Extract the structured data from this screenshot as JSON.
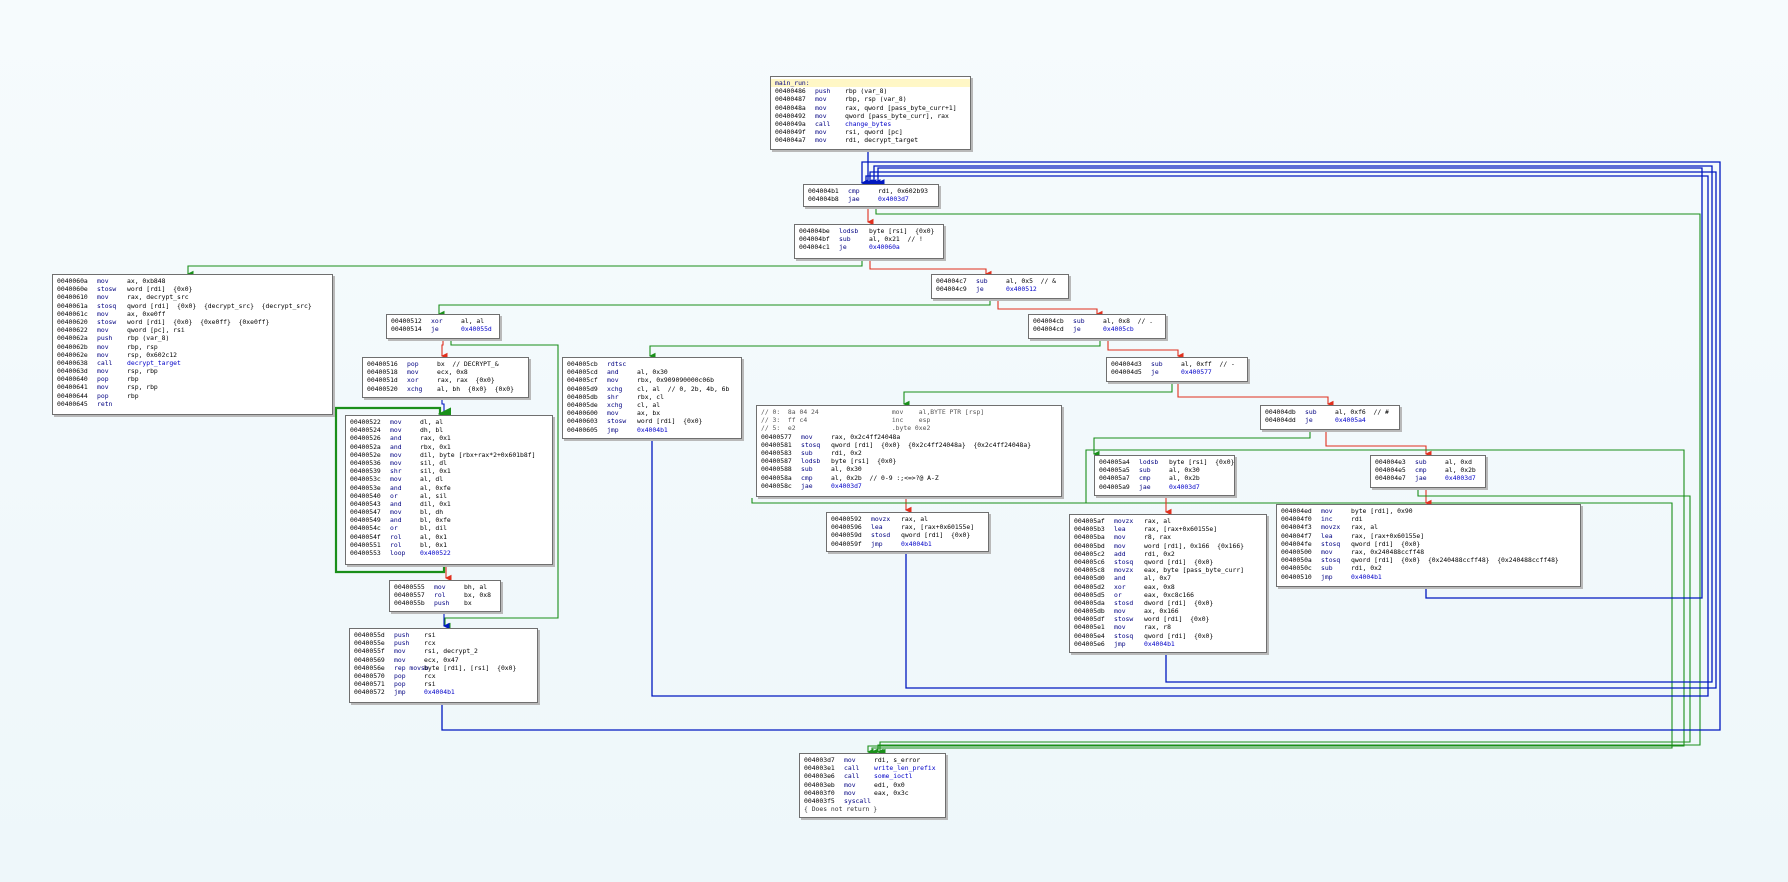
{
  "colors": {
    "edge_true": "#1a8f1a",
    "edge_false": "#e0301e",
    "edge_jump": "#0018c0",
    "edge_back": "#1a8f1a",
    "block_border": "#6f6f6f",
    "block_header": "#fff7c6"
  },
  "blocks": [
    {
      "id": "main_run",
      "header": "main_run:",
      "lines": [
        {
          "addr": "00400486",
          "mn": "push",
          "op": "rbp (var_8)"
        },
        {
          "addr": "00400487",
          "mn": "mov",
          "op": "rbp, rsp (var_8)"
        },
        {
          "addr": "0040048a",
          "mn": "mov",
          "op": "rax, qword [pass_byte_curr+1]"
        },
        {
          "addr": "00400492",
          "mn": "mov",
          "op": "qword [pass_byte_curr], rax"
        },
        {
          "addr": "0040049a",
          "mn": "call",
          "op": "change_bytes"
        },
        {
          "addr": "0040049f",
          "mn": "mov",
          "op": "rsi, qword [pc]"
        },
        {
          "addr": "004004a7",
          "mn": "mov",
          "op": "rdi, decrypt_target"
        }
      ]
    },
    {
      "id": "b_4b1",
      "lines": [
        {
          "addr": "004004b1",
          "mn": "cmp",
          "op": "rdi, 0x602b93"
        },
        {
          "addr": "004004b8",
          "mn": "jae",
          "op": "0x4003d7"
        }
      ]
    },
    {
      "id": "b_4be",
      "lines": [
        {
          "addr": "004004be",
          "mn": "lodsb",
          "op": "byte [rsi]  {0x0}"
        },
        {
          "addr": "004004bf",
          "mn": "sub",
          "op": "al, 0x21  // !"
        },
        {
          "addr": "004004c1",
          "mn": "je",
          "op": "0x40060a"
        }
      ]
    },
    {
      "id": "b_4c7",
      "lines": [
        {
          "addr": "004004c7",
          "mn": "sub",
          "op": "al, 0x5  // &"
        },
        {
          "addr": "004004c9",
          "mn": "je",
          "op": "0x400512"
        }
      ]
    },
    {
      "id": "b_4cb",
      "lines": [
        {
          "addr": "004004cb",
          "mn": "sub",
          "op": "al, 0x8  // ."
        },
        {
          "addr": "004004cd",
          "mn": "je",
          "op": "0x4005cb"
        }
      ]
    },
    {
      "id": "b_4d3",
      "lines": [
        {
          "addr": "004004d3",
          "mn": "sub",
          "op": "al, 0xff  // -"
        },
        {
          "addr": "004004d5",
          "mn": "je",
          "op": "0x400577"
        }
      ]
    },
    {
      "id": "b_4db",
      "lines": [
        {
          "addr": "004004db",
          "mn": "sub",
          "op": "al, 0xf6  // #"
        },
        {
          "addr": "004004dd",
          "mn": "je",
          "op": "0x4005a4"
        }
      ]
    },
    {
      "id": "b_4e3",
      "lines": [
        {
          "addr": "004004e3",
          "mn": "sub",
          "op": "al, 0xd"
        },
        {
          "addr": "004004e5",
          "mn": "cmp",
          "op": "al, 0x2b"
        },
        {
          "addr": "004004e7",
          "mn": "jae",
          "op": "0x4003d7"
        }
      ]
    },
    {
      "id": "b_4ed",
      "lines": [
        {
          "addr": "004004ed",
          "mn": "mov",
          "op": "byte [rdi], 0x90"
        },
        {
          "addr": "004004f0",
          "mn": "inc",
          "op": "rdi"
        },
        {
          "addr": "004004f3",
          "mn": "movzx",
          "op": "rax, al"
        },
        {
          "addr": "004004f7",
          "mn": "lea",
          "op": "rax, [rax+0x60155e]"
        },
        {
          "addr": "004004fe",
          "mn": "stosq",
          "op": "qword [rdi]  {0x0}"
        },
        {
          "addr": "00400500",
          "mn": "mov",
          "op": "rax, 0x240488ccff48"
        },
        {
          "addr": "0040050a",
          "mn": "stosq",
          "op": "qword [rdi]  {0x0}  {0x240488ccff48}  {0x240488ccff48}"
        },
        {
          "addr": "0040050c",
          "mn": "sub",
          "op": "rdi, 0x2"
        },
        {
          "addr": "00400510",
          "mn": "jmp",
          "op": "0x4004b1"
        }
      ]
    },
    {
      "id": "b_60a",
      "lines": [
        {
          "addr": "0040060a",
          "mn": "mov",
          "op": "ax, 0xb848"
        },
        {
          "addr": "0040060e",
          "mn": "stosw",
          "op": "word [rdi]  {0x0}"
        },
        {
          "addr": "00400610",
          "mn": "mov",
          "op": "rax, decrypt_src"
        },
        {
          "addr": "0040061a",
          "mn": "stosq",
          "op": "qword [rdi]  {0x0}  {decrypt_src}  {decrypt_src}"
        },
        {
          "addr": "0040061c",
          "mn": "mov",
          "op": "ax, 0xe0ff"
        },
        {
          "addr": "00400620",
          "mn": "stosw",
          "op": "word [rdi]  {0x0}  {0xe0ff}  {0xe0ff}"
        },
        {
          "addr": "00400622",
          "mn": "mov",
          "op": "qword [pc], rsi"
        },
        {
          "addr": "0040062a",
          "mn": "push",
          "op": "rbp (var_8)"
        },
        {
          "addr": "0040062b",
          "mn": "mov",
          "op": "rbp, rsp"
        },
        {
          "addr": "0040062e",
          "mn": "mov",
          "op": "rsp, 0x602c12"
        },
        {
          "addr": "00400638",
          "mn": "call",
          "op": "decrypt_target"
        },
        {
          "addr": "0040063d",
          "mn": "mov",
          "op": "rsp, rbp"
        },
        {
          "addr": "00400640",
          "mn": "pop",
          "op": "rbp"
        },
        {
          "addr": "00400641",
          "mn": "mov",
          "op": "rsp, rbp"
        },
        {
          "addr": "00400644",
          "mn": "pop",
          "op": "rbp"
        },
        {
          "addr": "00400645",
          "mn": "retn",
          "op": ""
        }
      ]
    },
    {
      "id": "b_512",
      "lines": [
        {
          "addr": "00400512",
          "mn": "xor",
          "op": "al, al"
        },
        {
          "addr": "00400514",
          "mn": "je",
          "op": "0x40055d"
        }
      ]
    },
    {
      "id": "b_516",
      "lines": [
        {
          "addr": "00400516",
          "mn": "pop",
          "op": "bx  // DECRYPT_&"
        },
        {
          "addr": "00400518",
          "mn": "mov",
          "op": "ecx, 0x8"
        },
        {
          "addr": "0040051d",
          "mn": "xor",
          "op": "rax, rax  {0x0}"
        },
        {
          "addr": "00400520",
          "mn": "xchg",
          "op": "al, bh  {0x0}  {0x0}"
        }
      ]
    },
    {
      "id": "b_522",
      "lines": [
        {
          "addr": "00400522",
          "mn": "mov",
          "op": "dl, al"
        },
        {
          "addr": "00400524",
          "mn": "mov",
          "op": "dh, bl"
        },
        {
          "addr": "00400526",
          "mn": "and",
          "op": "rax, 0x1"
        },
        {
          "addr": "0040052a",
          "mn": "and",
          "op": "rbx, 0x1"
        },
        {
          "addr": "0040052e",
          "mn": "mov",
          "op": "dil, byte [rbx+rax*2+0x601b8f]"
        },
        {
          "addr": "00400536",
          "mn": "mov",
          "op": "sil, dl"
        },
        {
          "addr": "00400539",
          "mn": "shr",
          "op": "sil, 0x1"
        },
        {
          "addr": "0040053c",
          "mn": "mov",
          "op": "al, dl"
        },
        {
          "addr": "0040053e",
          "mn": "and",
          "op": "al, 0xfe"
        },
        {
          "addr": "00400540",
          "mn": "or",
          "op": "al, sil"
        },
        {
          "addr": "00400543",
          "mn": "and",
          "op": "dil, 0x1"
        },
        {
          "addr": "00400547",
          "mn": "mov",
          "op": "bl, dh"
        },
        {
          "addr": "00400549",
          "mn": "and",
          "op": "bl, 0xfe"
        },
        {
          "addr": "0040054c",
          "mn": "or",
          "op": "bl, dil"
        },
        {
          "addr": "0040054f",
          "mn": "rol",
          "op": "al, 0x1"
        },
        {
          "addr": "00400551",
          "mn": "rol",
          "op": "bl, 0x1"
        },
        {
          "addr": "00400553",
          "mn": "loop",
          "op": "0x400522"
        }
      ]
    },
    {
      "id": "b_555",
      "lines": [
        {
          "addr": "00400555",
          "mn": "mov",
          "op": "bh, al"
        },
        {
          "addr": "00400557",
          "mn": "rol",
          "op": "bx, 0x8"
        },
        {
          "addr": "0040055b",
          "mn": "push",
          "op": "bx"
        }
      ]
    },
    {
      "id": "b_55d",
      "lines": [
        {
          "addr": "0040055d",
          "mn": "push",
          "op": "rsi"
        },
        {
          "addr": "0040055e",
          "mn": "push",
          "op": "rcx"
        },
        {
          "addr": "0040055f",
          "mn": "mov",
          "op": "rsi, decrypt_2"
        },
        {
          "addr": "00400569",
          "mn": "mov",
          "op": "ecx, 0x47"
        },
        {
          "addr": "0040056e",
          "mn": "rep movsb",
          "op": "byte [rdi], [rsi]  {0x0}"
        },
        {
          "addr": "00400570",
          "mn": "pop",
          "op": "rcx"
        },
        {
          "addr": "00400571",
          "mn": "pop",
          "op": "rsi"
        },
        {
          "addr": "00400572",
          "mn": "jmp",
          "op": "0x4004b1"
        }
      ]
    },
    {
      "id": "b_5cb",
      "lines": [
        {
          "addr": "004005cb",
          "mn": "rdtsc",
          "op": ""
        },
        {
          "addr": "004005cd",
          "mn": "and",
          "op": "al, 0x30"
        },
        {
          "addr": "004005cf",
          "mn": "mov",
          "op": "rbx, 0x909090000c06b"
        },
        {
          "addr": "004005d9",
          "mn": "xchg",
          "op": "cl, al  // 0, 2b, 4b, 6b"
        },
        {
          "addr": "004005db",
          "mn": "shr",
          "op": "rbx, cl"
        },
        {
          "addr": "004005de",
          "mn": "xchg",
          "op": "cl, al"
        },
        {
          "addr": "00400600",
          "mn": "mov",
          "op": "ax, bx"
        },
        {
          "addr": "00400603",
          "mn": "stosw",
          "op": "word [rdi]  {0x0}"
        },
        {
          "addr": "00400605",
          "mn": "jmp",
          "op": "0x4004b1"
        }
      ]
    },
    {
      "id": "b_577",
      "lines": [
        {
          "comment": "// 0:  8a 04 24                   mov    al,BYTE PTR [rsp]"
        },
        {
          "comment": "// 3:  ff c4                      inc    esp"
        },
        {
          "comment": "// 5:  e2                         .byte 0xe2"
        },
        {
          "addr": "00400577",
          "mn": "mov",
          "op": "rax, 0x2c4ff24048a"
        },
        {
          "addr": "00400581",
          "mn": "stosq",
          "op": "qword [rdi]  {0x0}  {0x2c4ff24048a}  {0x2c4ff24048a}"
        },
        {
          "addr": "00400583",
          "mn": "sub",
          "op": "rdi, 0x2"
        },
        {
          "addr": "00400587",
          "mn": "lodsb",
          "op": "byte [rsi]  {0x0}"
        },
        {
          "addr": "00400588",
          "mn": "sub",
          "op": "al, 0x30"
        },
        {
          "addr": "0040058a",
          "mn": "cmp",
          "op": "al, 0x2b  // 0-9 :;<=>?@ A-Z"
        },
        {
          "addr": "0040058c",
          "mn": "jae",
          "op": "0x4003d7"
        }
      ]
    },
    {
      "id": "b_592",
      "lines": [
        {
          "addr": "00400592",
          "mn": "movzx",
          "op": "rax, al"
        },
        {
          "addr": "00400596",
          "mn": "lea",
          "op": "rax, [rax+0x60155e]"
        },
        {
          "addr": "0040059d",
          "mn": "stosd",
          "op": "qword [rdi]  {0x0}"
        },
        {
          "addr": "0040059f",
          "mn": "jmp",
          "op": "0x4004b1"
        }
      ]
    },
    {
      "id": "b_5a4",
      "lines": [
        {
          "addr": "004005a4",
          "mn": "lodsb",
          "op": "byte [rsi]  {0x0}"
        },
        {
          "addr": "004005a5",
          "mn": "sub",
          "op": "al, 0x30"
        },
        {
          "addr": "004005a7",
          "mn": "cmp",
          "op": "al, 0x2b"
        },
        {
          "addr": "004005a9",
          "mn": "jae",
          "op": "0x4003d7"
        }
      ]
    },
    {
      "id": "b_5af",
      "lines": [
        {
          "addr": "004005af",
          "mn": "movzx",
          "op": "rax, al"
        },
        {
          "addr": "004005b3",
          "mn": "lea",
          "op": "rax, [rax+0x60155e]"
        },
        {
          "addr": "004005ba",
          "mn": "mov",
          "op": "r8, rax"
        },
        {
          "addr": "004005bd",
          "mn": "mov",
          "op": "word [rdi], 0x166  {0x166}"
        },
        {
          "addr": "004005c2",
          "mn": "add",
          "op": "rdi, 0x2"
        },
        {
          "addr": "004005c6",
          "mn": "stosq",
          "op": "qword [rdi]  {0x0}"
        },
        {
          "addr": "004005c8",
          "mn": "movzx",
          "op": "eax, byte [pass_byte_curr]"
        },
        {
          "addr": "004005d0",
          "mn": "and",
          "op": "al, 0x7"
        },
        {
          "addr": "004005d2",
          "mn": "xor",
          "op": "eax, 0x8"
        },
        {
          "addr": "004005d5",
          "mn": "or",
          "op": "eax, 0xc8c166"
        },
        {
          "addr": "004005da",
          "mn": "stosd",
          "op": "dword [rdi]  {0x0}"
        },
        {
          "addr": "004005db",
          "mn": "mov",
          "op": "ax, 0x166"
        },
        {
          "addr": "004005df",
          "mn": "stosw",
          "op": "word [rdi]  {0x0}"
        },
        {
          "addr": "004005e1",
          "mn": "mov",
          "op": "rax, r8"
        },
        {
          "addr": "004005e4",
          "mn": "stosq",
          "op": "qword [rdi]  {0x0}"
        },
        {
          "addr": "004005e6",
          "mn": "jmp",
          "op": "0x4004b1"
        }
      ]
    },
    {
      "id": "b_3d7",
      "lines": [
        {
          "addr": "004003d7",
          "mn": "mov",
          "op": "rdi, s_error"
        },
        {
          "addr": "004003e1",
          "mn": "call",
          "op": "write_len_prefix"
        },
        {
          "addr": "004003e6",
          "mn": "call",
          "op": "some_ioctl"
        },
        {
          "addr": "004003eb",
          "mn": "mov",
          "op": "edi, 0x0"
        },
        {
          "addr": "004003f0",
          "mn": "mov",
          "op": "eax, 0x3c"
        },
        {
          "addr": "004003f5",
          "mn": "syscall",
          "op": ""
        },
        {
          "tail": "{ Does not return }"
        }
      ]
    }
  ]
}
